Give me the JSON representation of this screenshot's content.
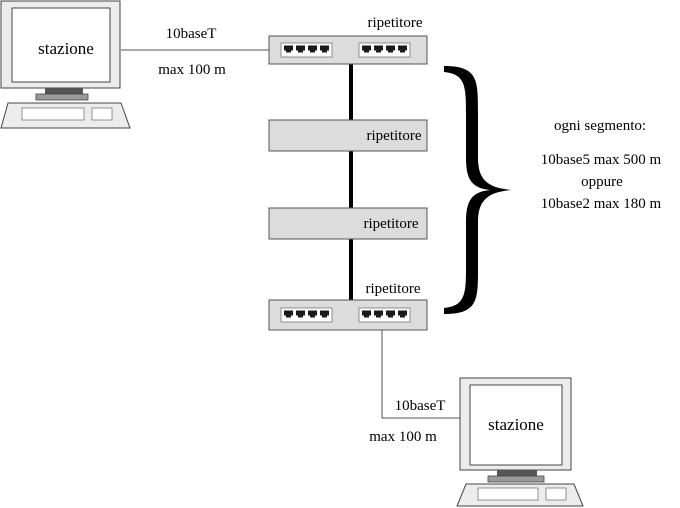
{
  "colors": {
    "background": "#ffffff",
    "device_fill": "#dcdcdc",
    "device_stroke": "#555555",
    "port_fill": "#1a1a1a",
    "cable": "#000000",
    "thin_cable": "#555555"
  },
  "stations": [
    {
      "label": "stazione",
      "icon": "computer-workstation-icon"
    },
    {
      "label": "stazione",
      "icon": "computer-workstation-icon"
    }
  ],
  "repeaters": [
    {
      "label": "ripetitore",
      "type": "hub-with-ports",
      "ports_per_group": 4
    },
    {
      "label": "ripetitore",
      "type": "plain-box"
    },
    {
      "label": "ripetitore",
      "type": "plain-box"
    },
    {
      "label": "ripetitore",
      "type": "hub-with-ports",
      "ports_per_group": 4
    }
  ],
  "top_link": {
    "medium": "10baseT",
    "limit": "max 100 m"
  },
  "bottom_link": {
    "medium": "10baseT",
    "limit": "max 100 m"
  },
  "segment_note": {
    "heading": "ogni segmento:",
    "line1": "10base5 max 500 m",
    "line2": "oppure",
    "line3": "10base2 max 180 m",
    "brace_symbol": "}"
  }
}
